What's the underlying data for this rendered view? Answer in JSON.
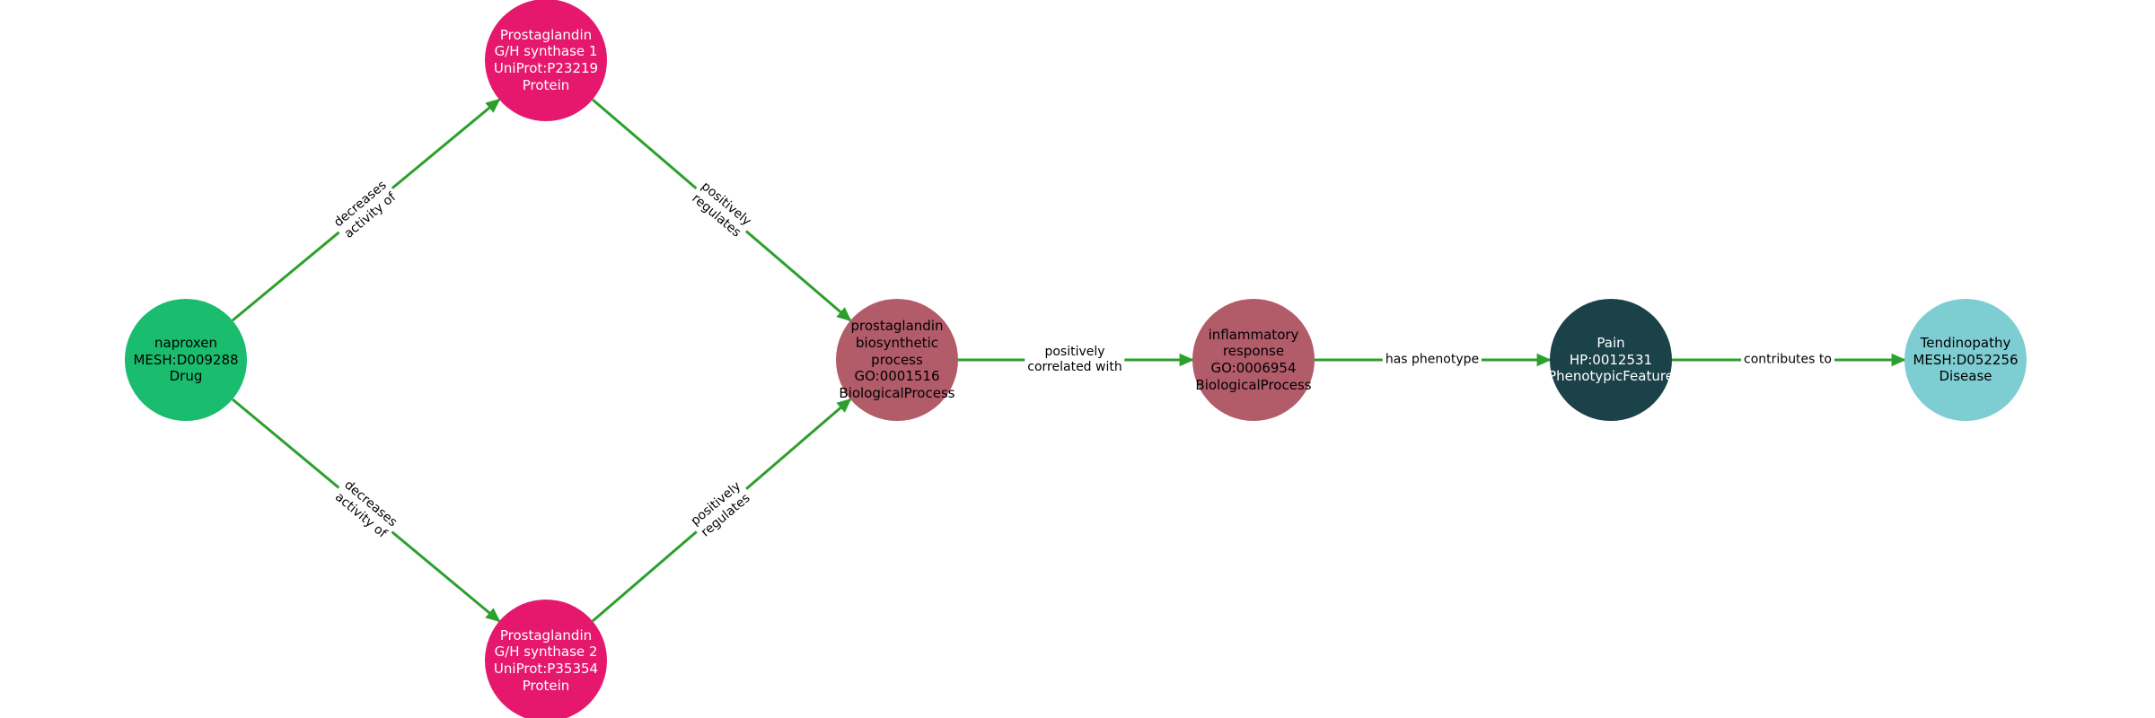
{
  "diagram": {
    "type": "knowledge-graph",
    "background": "#ffffff",
    "edge_color": "#2ca02c",
    "nodes": [
      {
        "id": "naproxen",
        "label": "naproxen\nMESH:D009288\nDrug",
        "name": "naproxen",
        "curie": "MESH:D009288",
        "category": "Drug",
        "color": "#1abc6e",
        "text_color": "#000000"
      },
      {
        "id": "ptgs1",
        "label": "Prostaglandin\nG/H synthase 1\nUniProt:P23219\nProtein",
        "name": "Prostaglandin G/H synthase 1",
        "curie": "UniProt:P23219",
        "category": "Protein",
        "color": "#e6186d",
        "text_color": "#ffffff"
      },
      {
        "id": "ptgs2",
        "label": "Prostaglandin\nG/H synthase 2\nUniProt:P35354\nProtein",
        "name": "Prostaglandin G/H synthase 2",
        "curie": "UniProt:P35354",
        "category": "Protein",
        "color": "#e6186d",
        "text_color": "#ffffff"
      },
      {
        "id": "pg-biosynthetic-process",
        "label": "prostaglandin\nbiosynthetic\nprocess\nGO:0001516\nBiologicalProcess",
        "name": "prostaglandin biosynthetic process",
        "curie": "GO:0001516",
        "category": "BiologicalProcess",
        "color": "#b25b69",
        "text_color": "#000000"
      },
      {
        "id": "inflammatory-response",
        "label": "inflammatory\nresponse\nGO:0006954\nBiologicalProcess",
        "name": "inflammatory response",
        "curie": "GO:0006954",
        "category": "BiologicalProcess",
        "color": "#b25b69",
        "text_color": "#000000"
      },
      {
        "id": "pain",
        "label": "Pain\nHP:0012531\nPhenotypicFeature",
        "name": "Pain",
        "curie": "HP:0012531",
        "category": "PhenotypicFeature",
        "color": "#1b4149",
        "text_color": "#ffffff"
      },
      {
        "id": "tendinopathy",
        "label": "Tendinopathy\nMESH:D052256\nDisease",
        "name": "Tendinopathy",
        "curie": "MESH:D052256",
        "category": "Disease",
        "color": "#7ecdd2",
        "text_color": "#000000"
      }
    ],
    "edges": [
      {
        "source": "naproxen",
        "target": "ptgs1",
        "predicate": "decreases activity of",
        "label": "decreases\nactivity of"
      },
      {
        "source": "ptgs1",
        "target": "pg-biosynthetic-process",
        "predicate": "positively regulates",
        "label": "positively\nregulates"
      },
      {
        "source": "naproxen",
        "target": "ptgs2",
        "predicate": "decreases activity of",
        "label": "decreases\nactivity of"
      },
      {
        "source": "ptgs2",
        "target": "pg-biosynthetic-process",
        "predicate": "positively regulates",
        "label": "positively\nregulates"
      },
      {
        "source": "pg-biosynthetic-process",
        "target": "inflammatory-response",
        "predicate": "positively correlated with",
        "label": "positively\ncorrelated with"
      },
      {
        "source": "inflammatory-response",
        "target": "pain",
        "predicate": "has phenotype",
        "label": "has phenotype"
      },
      {
        "source": "pain",
        "target": "tendinopathy",
        "predicate": "contributes to",
        "label": "contributes to"
      }
    ]
  }
}
